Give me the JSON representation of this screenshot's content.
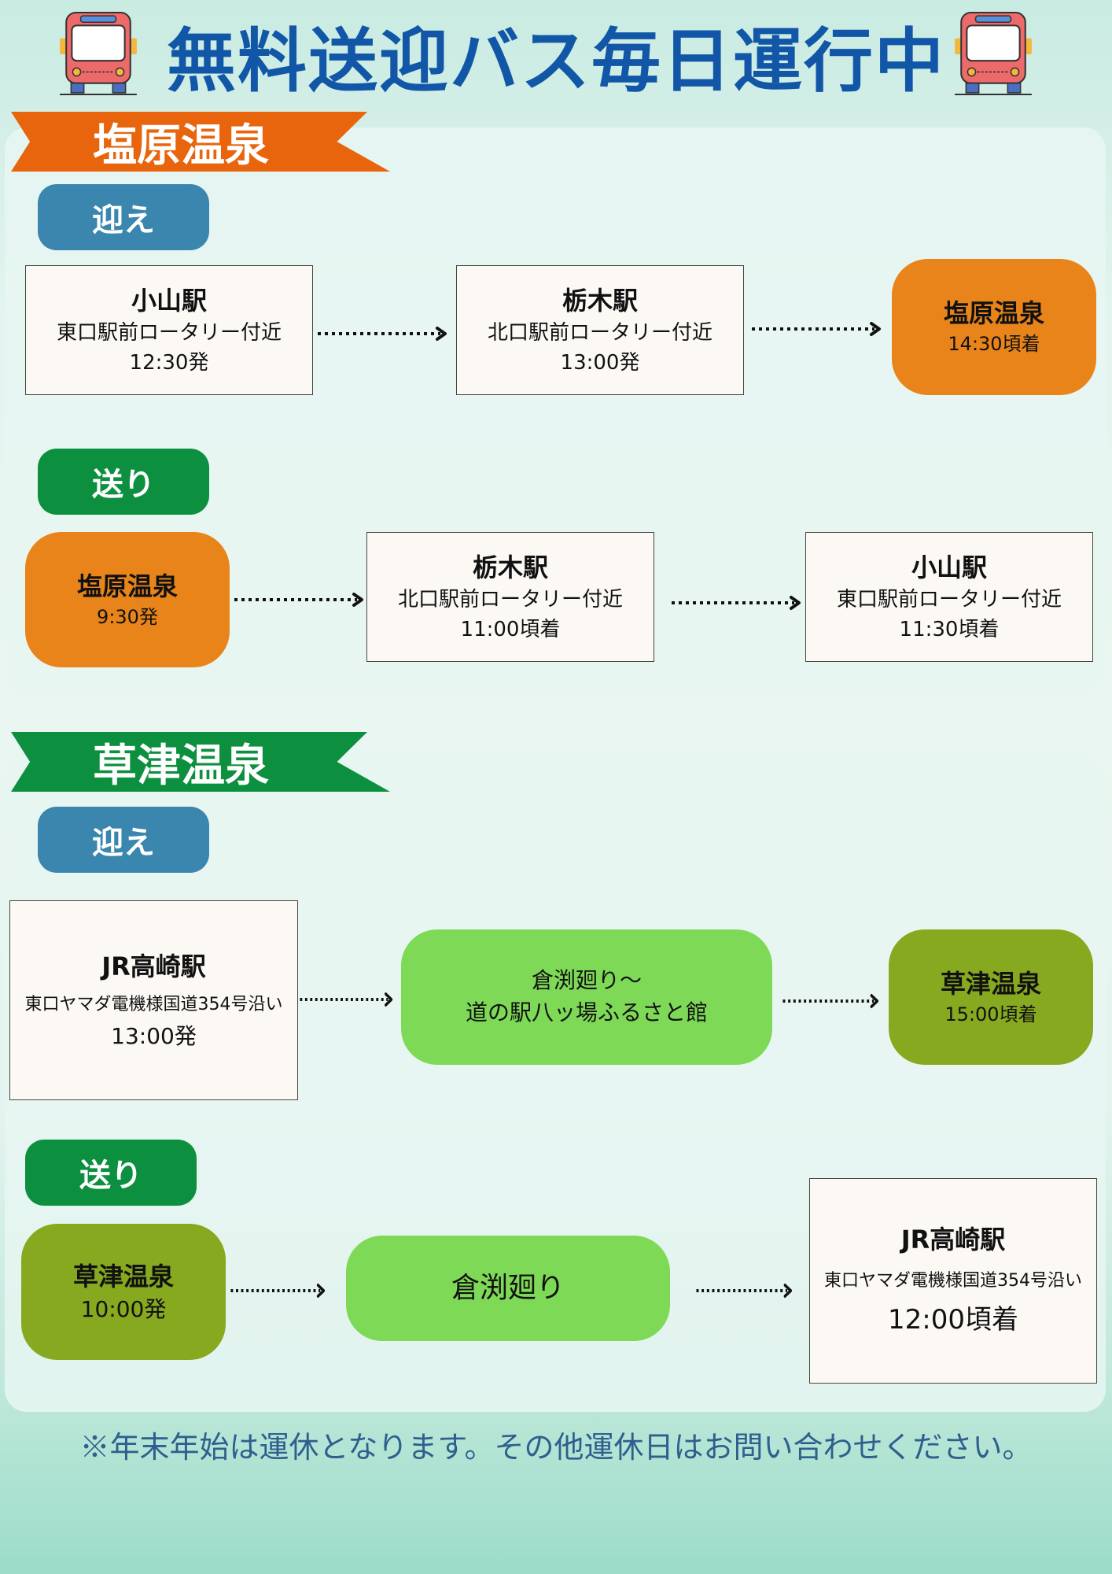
{
  "title": "無料送迎バス毎日運行中",
  "colors": {
    "title": "#1257a7",
    "ribbon_shiobara": "#e8650d",
    "ribbon_kusatsu": "#0c8f3f",
    "pickup_pill": "#3a86ae",
    "dropoff_pill": "#0c8f3f",
    "shiobara_box": "#e8841a",
    "kusatsu_box": "#87a91f",
    "route_box": "#7ed957"
  },
  "shiobara": {
    "name": "塩原温泉",
    "pickup": {
      "label": "迎え",
      "stop1": {
        "name": "小山駅",
        "desc": "東口駅前ロータリー付近",
        "time": "12:30発"
      },
      "stop2": {
        "name": "栃木駅",
        "desc": "北口駅前ロータリー付近",
        "time": "13:00発"
      },
      "dest": {
        "name": "塩原温泉",
        "time": "14:30頃着"
      }
    },
    "dropoff": {
      "label": "送り",
      "origin": {
        "name": "塩原温泉",
        "time": "9:30発"
      },
      "stop1": {
        "name": "栃木駅",
        "desc": "北口駅前ロータリー付近",
        "time": "11:00頃着"
      },
      "stop2": {
        "name": "小山駅",
        "desc": "東口駅前ロータリー付近",
        "time": "11:30頃着"
      }
    }
  },
  "kusatsu": {
    "name": "草津温泉",
    "pickup": {
      "label": "迎え",
      "stop1": {
        "name": "JR高崎駅",
        "desc": "東口ヤマダ電機様国道354号沿い",
        "time": "13:00発"
      },
      "route": {
        "line1": "倉渕廻り～",
        "line2": "道の駅八ッ場ふるさと館"
      },
      "dest": {
        "name": "草津温泉",
        "time": "15:00頃着"
      }
    },
    "dropoff": {
      "label": "送り",
      "origin": {
        "name": "草津温泉",
        "time": "10:00発"
      },
      "route": {
        "line1": "倉渕廻り"
      },
      "dest": {
        "name": "JR高崎駅",
        "desc": "東口ヤマダ電機様国道354号沿い",
        "time": "12:00頃着"
      }
    }
  },
  "note": "※年末年始は運休となります。その他運休日はお問い合わせください。"
}
